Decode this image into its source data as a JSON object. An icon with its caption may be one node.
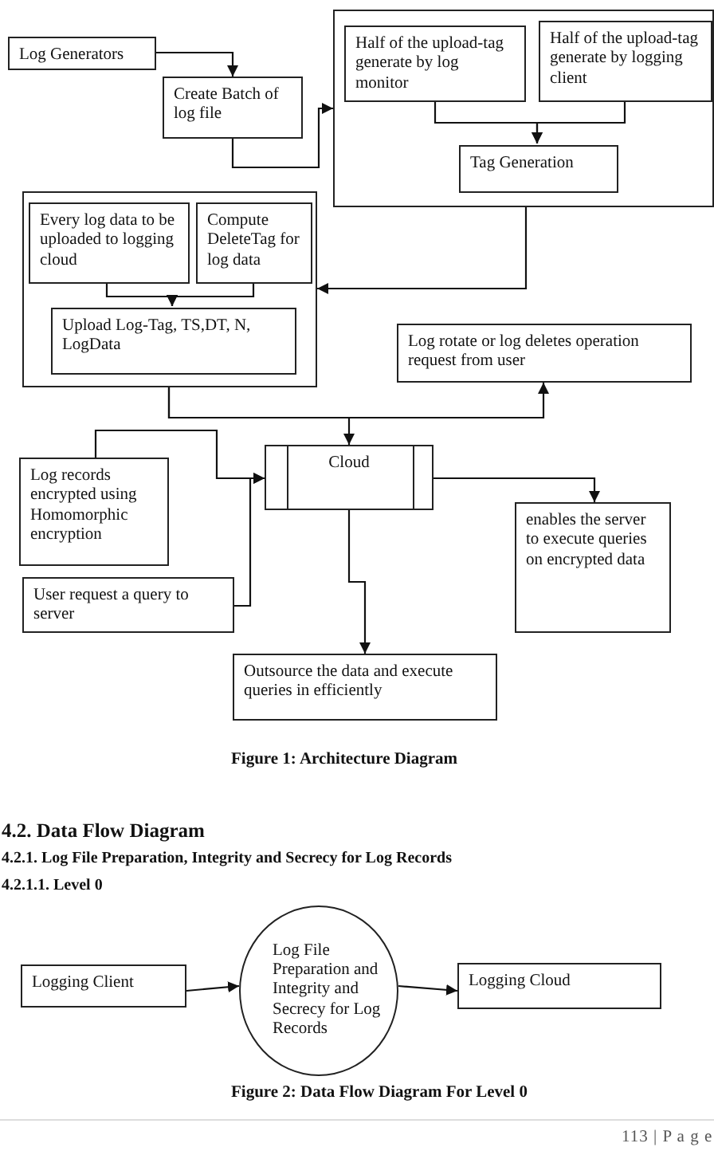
{
  "diagram": {
    "nodes": [
      {
        "text": [
          "Log Generators"
        ]
      },
      {
        "text": [
          "Create Batch of log file"
        ]
      },
      {
        "text": [],
        "shape": "box"
      },
      {
        "text": [
          "Half of the upload-tag generate by log monitor"
        ],
        "in": 2
      },
      {
        "text": [
          "Half of the upload-tag generate by logging client"
        ],
        "in": 2
      },
      {
        "text": [
          "Tag Generation"
        ],
        "in": 2
      },
      {
        "text": [],
        "shape": "box"
      },
      {
        "text": [
          "Every log data to be uploaded to logging cloud"
        ],
        "in": 6
      },
      {
        "text": [
          "Compute DeleteTag for log data"
        ],
        "in": 6
      },
      {
        "text": [
          "Upload Log-Tag, TS,DT, N, LogData"
        ],
        "in": 6
      },
      {
        "text": [
          "Log rotate or log deletes operation request from user"
        ]
      },
      {
        "text": [
          "Cloud"
        ]
      },
      {
        "text": [
          "Log records encrypted using Homomorphic encryption"
        ]
      },
      {
        "text": [
          "enables the server to execute queries on encrypted data"
        ]
      },
      {
        "text": [
          "User request a query to server"
        ]
      },
      {
        "text": [
          "Outsource the data and execute queries in efficiently"
        ]
      },
      {
        "text": [
          "Logging Client"
        ]
      },
      {
        "text": [
          "Log File Preparation and Integrity and Secrecy for Log Records"
        ]
      },
      {
        "text": [
          "Logging Cloud"
        ]
      }
    ],
    "edges": [
      {
        "from": 0,
        "to": 1,
        "arrow": "to"
      },
      {
        "from": 1,
        "to": 2,
        "arrow": "to"
      },
      {
        "from": 3,
        "to": 5,
        "arrow": "to"
      },
      {
        "from": 4,
        "to": 5,
        "arrow": "to"
      },
      {
        "from": 2,
        "to": 6,
        "arrow": "to"
      },
      {
        "from": 7,
        "to": 9,
        "arrow": "to"
      },
      {
        "from": 8,
        "to": 9,
        "arrow": "to"
      },
      {
        "from": 6,
        "to": 10,
        "arrow": "to"
      },
      {
        "from": 6,
        "to": 11,
        "arrow": "to"
      },
      {
        "from": 12,
        "to": 11,
        "arrow": "to"
      },
      {
        "from": 14,
        "to": 11,
        "arrow": "to"
      },
      {
        "from": 11,
        "to": 13,
        "arrow": "to"
      },
      {
        "from": 11,
        "to": 15,
        "arrow": "to"
      },
      {
        "from": 16,
        "to": 17,
        "arrow": "to"
      },
      {
        "from": 17,
        "to": 18,
        "arrow": "to"
      }
    ],
    "labels": [
      "Figure 1: Architecture Diagram",
      "4.2. Data Flow Diagram",
      "4.2.1. Log File Preparation, Integrity and Secrecy for Log Records",
      "4.2.1.1. Level 0",
      "Figure 2: Data Flow Diagram For Level 0",
      "113 | P a g e"
    ]
  }
}
